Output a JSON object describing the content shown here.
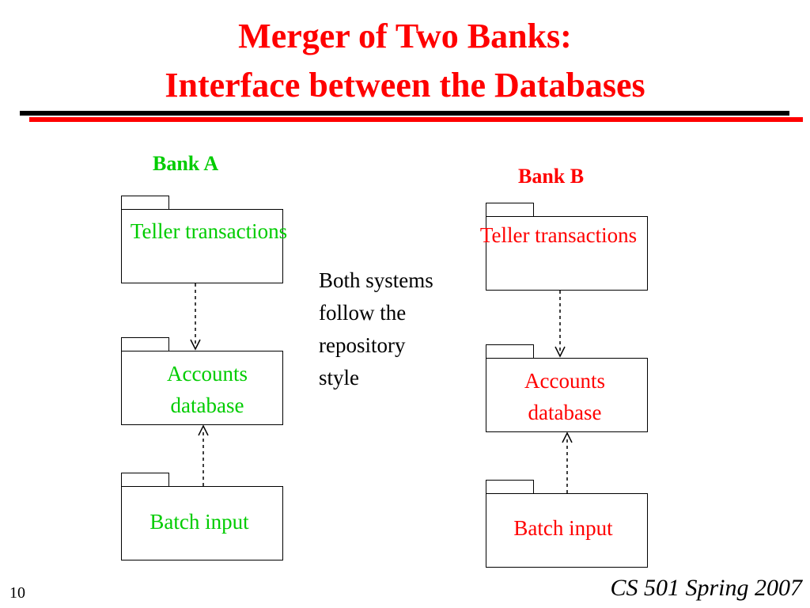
{
  "slide": {
    "title_line1": "Merger of Two Banks:",
    "title_line2": "Interface between the Databases",
    "title_color": "#ff0000",
    "rule_colors": [
      "#000000",
      "#ff0000"
    ]
  },
  "bank_a": {
    "label": "Bank A",
    "color": "#00cc00",
    "packages": {
      "teller": "Teller transactions",
      "accounts_line1": "Accounts",
      "accounts_line2": "database",
      "batch": "Batch input"
    }
  },
  "bank_b": {
    "label": "Bank B",
    "color": "#ff0000",
    "packages": {
      "teller": "Teller transactions",
      "accounts_line1": "Accounts",
      "accounts_line2": "database",
      "batch": "Batch input"
    }
  },
  "note": {
    "lines": [
      "Both systems",
      "follow the",
      "repository",
      "style"
    ]
  },
  "footer": {
    "page_number": "10",
    "course": "CS 501 Spring 2007"
  }
}
